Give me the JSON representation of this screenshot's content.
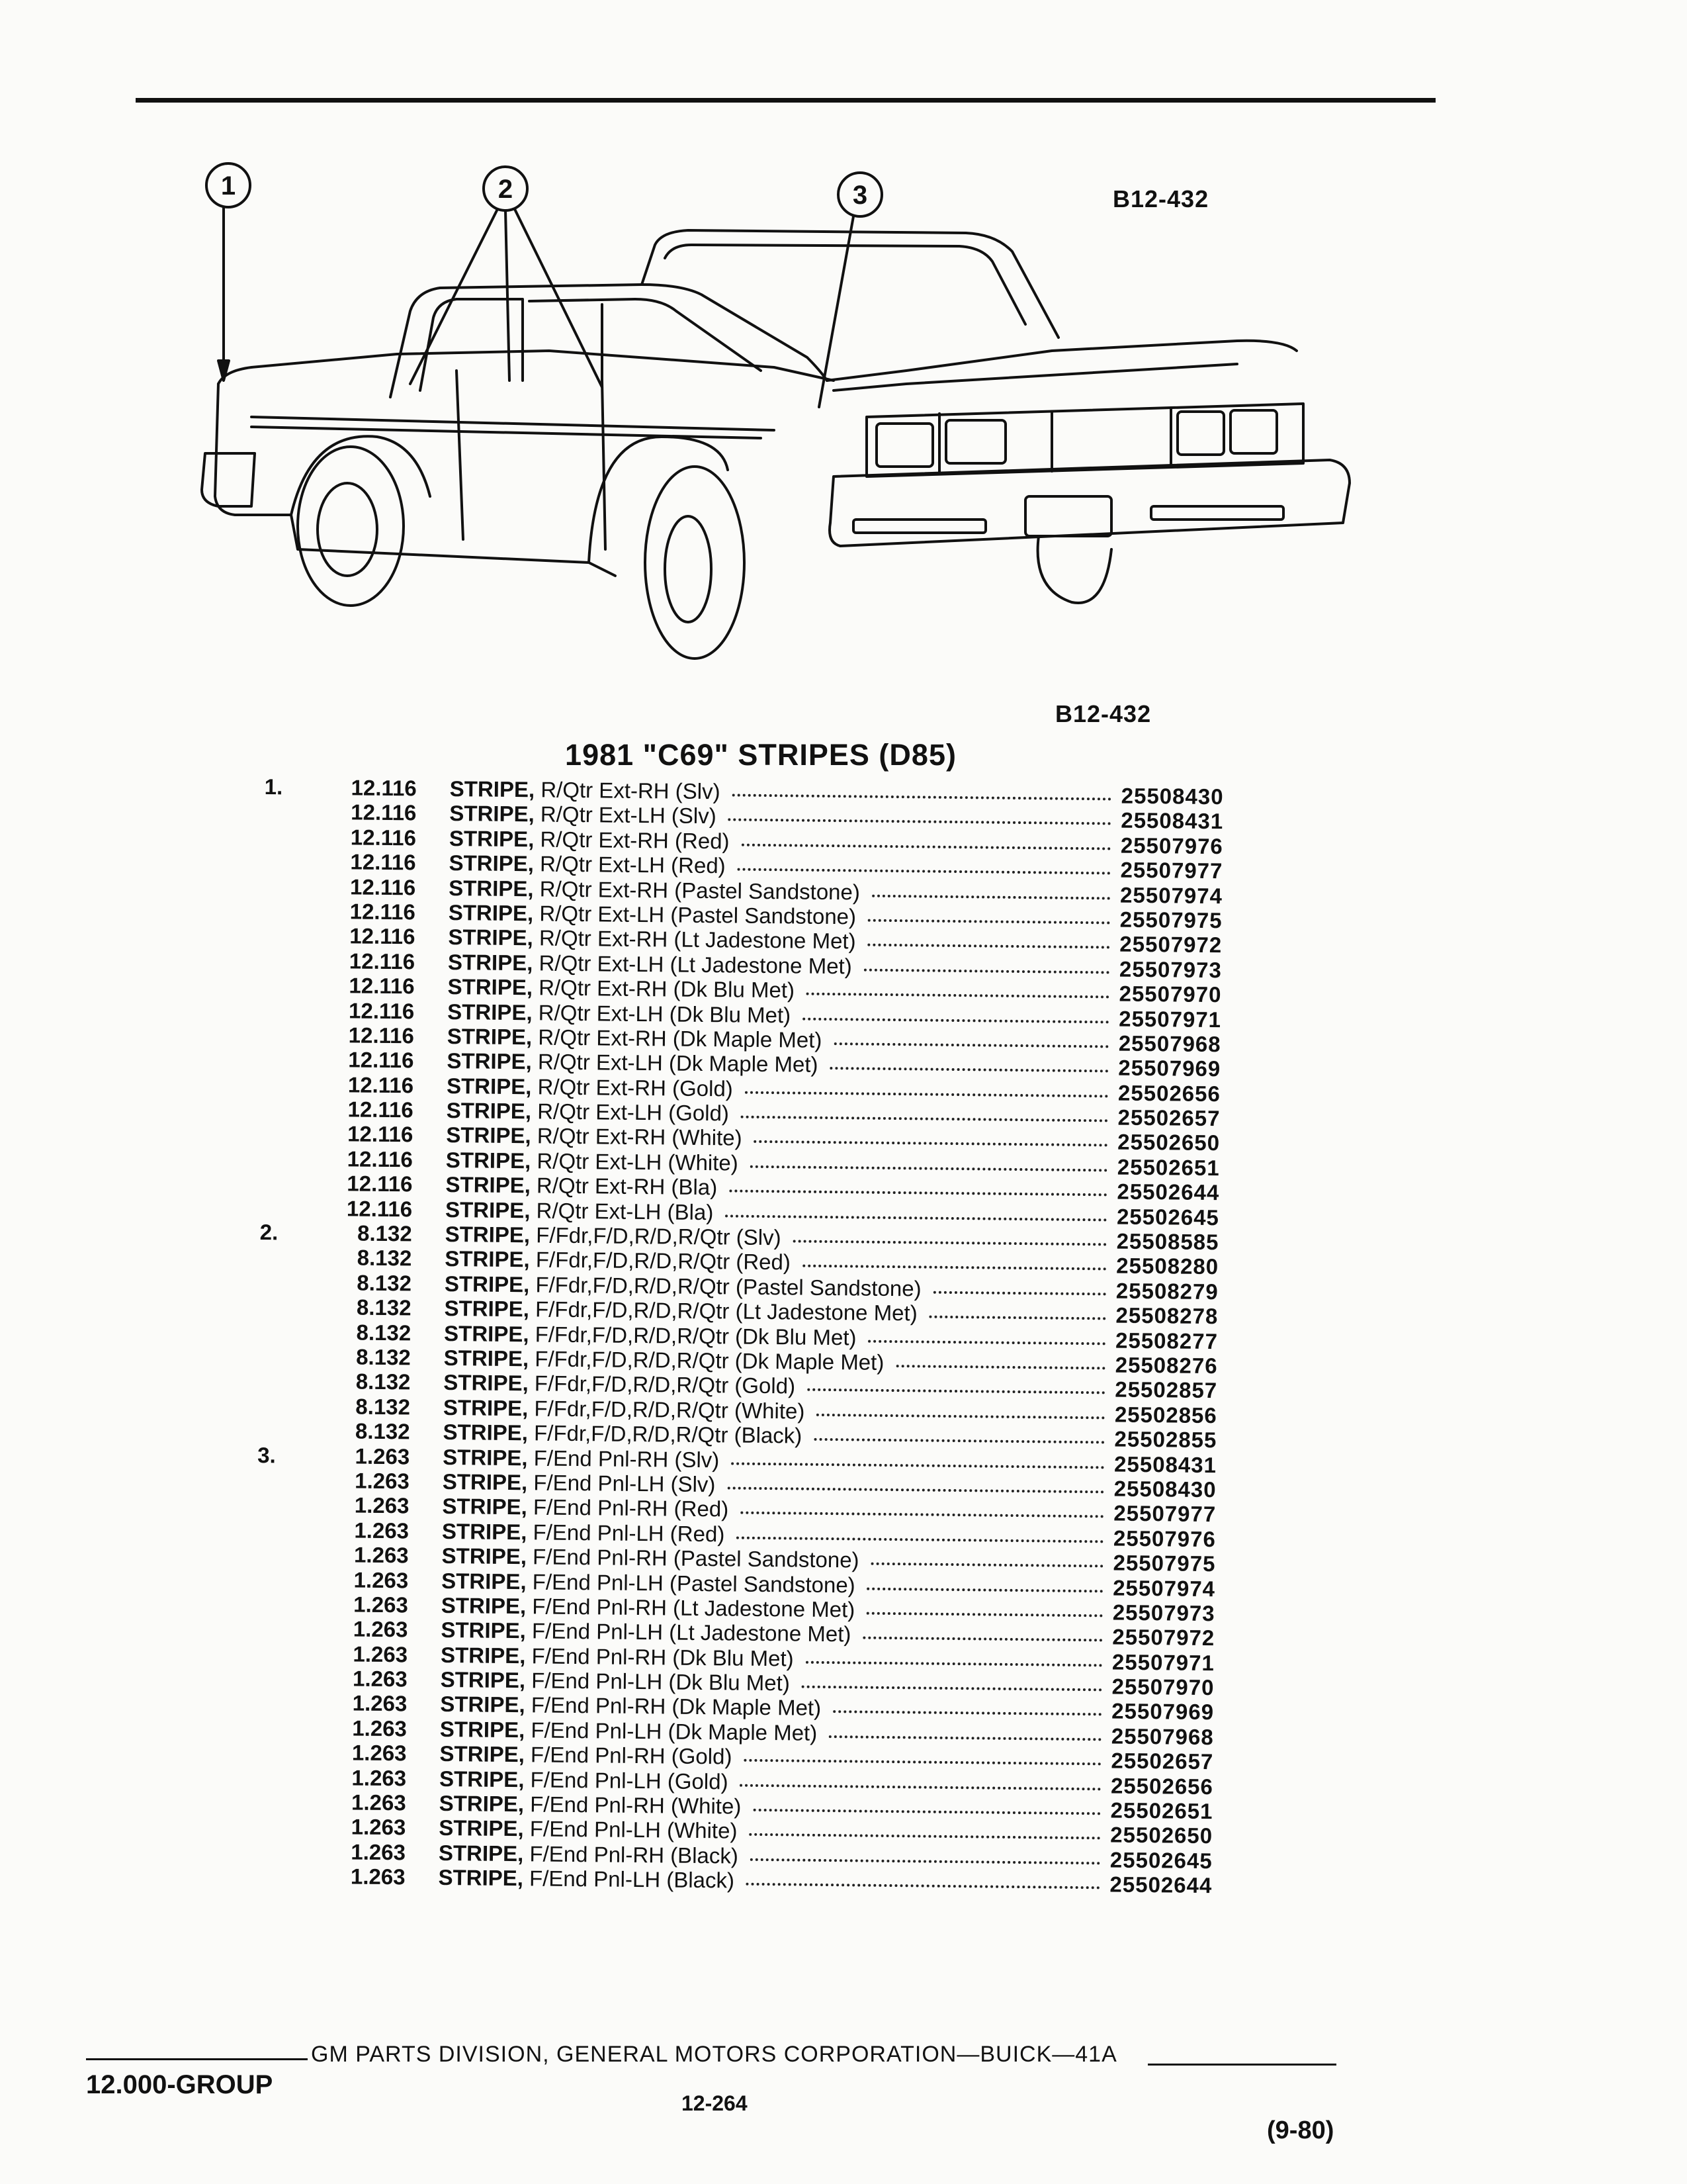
{
  "figure_code_top": "B12-432",
  "figure_code_bottom": "B12-432",
  "callouts": [
    "1",
    "2",
    "3"
  ],
  "title": "1981 \"C69\" STRIPES (D85)",
  "parts": [
    {
      "idx": "1.",
      "code": "12.116",
      "name": "STRIPE,",
      "spec": "R/Qtr Ext-RH (Slv)",
      "pn": "25508430"
    },
    {
      "idx": "",
      "code": "12.116",
      "name": "STRIPE,",
      "spec": "R/Qtr Ext-LH (Slv)",
      "pn": "25508431"
    },
    {
      "idx": "",
      "code": "12.116",
      "name": "STRIPE,",
      "spec": "R/Qtr Ext-RH (Red)",
      "pn": "25507976"
    },
    {
      "idx": "",
      "code": "12.116",
      "name": "STRIPE,",
      "spec": "R/Qtr Ext-LH (Red)",
      "pn": "25507977"
    },
    {
      "idx": "",
      "code": "12.116",
      "name": "STRIPE,",
      "spec": "R/Qtr Ext-RH (Pastel Sandstone)",
      "pn": "25507974"
    },
    {
      "idx": "",
      "code": "12.116",
      "name": "STRIPE,",
      "spec": "R/Qtr Ext-LH (Pastel Sandstone)",
      "pn": "25507975"
    },
    {
      "idx": "",
      "code": "12.116",
      "name": "STRIPE,",
      "spec": "R/Qtr Ext-RH (Lt Jadestone Met)",
      "pn": "25507972"
    },
    {
      "idx": "",
      "code": "12.116",
      "name": "STRIPE,",
      "spec": "R/Qtr Ext-LH (Lt Jadestone Met)",
      "pn": "25507973"
    },
    {
      "idx": "",
      "code": "12.116",
      "name": "STRIPE,",
      "spec": "R/Qtr Ext-RH (Dk Blu Met)",
      "pn": "25507970"
    },
    {
      "idx": "",
      "code": "12.116",
      "name": "STRIPE,",
      "spec": "R/Qtr Ext-LH (Dk Blu Met)",
      "pn": "25507971"
    },
    {
      "idx": "",
      "code": "12.116",
      "name": "STRIPE,",
      "spec": "R/Qtr Ext-RH (Dk Maple Met)",
      "pn": "25507968"
    },
    {
      "idx": "",
      "code": "12.116",
      "name": "STRIPE,",
      "spec": "R/Qtr Ext-LH (Dk Maple Met)",
      "pn": "25507969"
    },
    {
      "idx": "",
      "code": "12.116",
      "name": "STRIPE,",
      "spec": "R/Qtr Ext-RH (Gold)",
      "pn": "25502656"
    },
    {
      "idx": "",
      "code": "12.116",
      "name": "STRIPE,",
      "spec": "R/Qtr Ext-LH (Gold)",
      "pn": "25502657"
    },
    {
      "idx": "",
      "code": "12.116",
      "name": "STRIPE,",
      "spec": "R/Qtr Ext-RH (White)",
      "pn": "25502650"
    },
    {
      "idx": "",
      "code": "12.116",
      "name": "STRIPE,",
      "spec": "R/Qtr Ext-LH (White)",
      "pn": "25502651"
    },
    {
      "idx": "",
      "code": "12.116",
      "name": "STRIPE,",
      "spec": "R/Qtr Ext-RH (Bla)",
      "pn": "25502644"
    },
    {
      "idx": "",
      "code": "12.116",
      "name": "STRIPE,",
      "spec": "R/Qtr Ext-LH (Bla)",
      "pn": "25502645"
    },
    {
      "idx": "2.",
      "code": "8.132",
      "name": "STRIPE,",
      "spec": "F/Fdr,F/D,R/D,R/Qtr (Slv)",
      "pn": "25508585"
    },
    {
      "idx": "",
      "code": "8.132",
      "name": "STRIPE,",
      "spec": "F/Fdr,F/D,R/D,R/Qtr (Red)",
      "pn": "25508280"
    },
    {
      "idx": "",
      "code": "8.132",
      "name": "STRIPE,",
      "spec": "F/Fdr,F/D,R/D,R/Qtr (Pastel Sandstone)",
      "pn": "25508279"
    },
    {
      "idx": "",
      "code": "8.132",
      "name": "STRIPE,",
      "spec": "F/Fdr,F/D,R/D,R/Qtr (Lt Jadestone Met)",
      "pn": "25508278"
    },
    {
      "idx": "",
      "code": "8.132",
      "name": "STRIPE,",
      "spec": "F/Fdr,F/D,R/D,R/Qtr (Dk Blu Met)",
      "pn": "25508277"
    },
    {
      "idx": "",
      "code": "8.132",
      "name": "STRIPE,",
      "spec": "F/Fdr,F/D,R/D,R/Qtr (Dk Maple Met)",
      "pn": "25508276"
    },
    {
      "idx": "",
      "code": "8.132",
      "name": "STRIPE,",
      "spec": "F/Fdr,F/D,R/D,R/Qtr (Gold)",
      "pn": "25502857"
    },
    {
      "idx": "",
      "code": "8.132",
      "name": "STRIPE,",
      "spec": "F/Fdr,F/D,R/D,R/Qtr (White)",
      "pn": "25502856"
    },
    {
      "idx": "",
      "code": "8.132",
      "name": "STRIPE,",
      "spec": "F/Fdr,F/D,R/D,R/Qtr (Black)",
      "pn": "25502855"
    },
    {
      "idx": "3.",
      "code": "1.263",
      "name": "STRIPE,",
      "spec": "F/End Pnl-RH (Slv)",
      "pn": "25508431"
    },
    {
      "idx": "",
      "code": "1.263",
      "name": "STRIPE,",
      "spec": "F/End Pnl-LH (Slv)",
      "pn": "25508430"
    },
    {
      "idx": "",
      "code": "1.263",
      "name": "STRIPE,",
      "spec": "F/End Pnl-RH (Red)",
      "pn": "25507977"
    },
    {
      "idx": "",
      "code": "1.263",
      "name": "STRIPE,",
      "spec": "F/End Pnl-LH (Red)",
      "pn": "25507976"
    },
    {
      "idx": "",
      "code": "1.263",
      "name": "STRIPE,",
      "spec": "F/End Pnl-RH (Pastel Sandstone)",
      "pn": "25507975"
    },
    {
      "idx": "",
      "code": "1.263",
      "name": "STRIPE,",
      "spec": "F/End Pnl-LH (Pastel Sandstone)",
      "pn": "25507974"
    },
    {
      "idx": "",
      "code": "1.263",
      "name": "STRIPE,",
      "spec": "F/End Pnl-RH (Lt Jadestone Met)",
      "pn": "25507973"
    },
    {
      "idx": "",
      "code": "1.263",
      "name": "STRIPE,",
      "spec": "F/End Pnl-LH (Lt Jadestone Met)",
      "pn": "25507972"
    },
    {
      "idx": "",
      "code": "1.263",
      "name": "STRIPE,",
      "spec": "F/End Pnl-RH (Dk Blu Met)",
      "pn": "25507971"
    },
    {
      "idx": "",
      "code": "1.263",
      "name": "STRIPE,",
      "spec": "F/End Pnl-LH (Dk Blu Met)",
      "pn": "25507970"
    },
    {
      "idx": "",
      "code": "1.263",
      "name": "STRIPE,",
      "spec": "F/End Pnl-RH (Dk Maple Met)",
      "pn": "25507969"
    },
    {
      "idx": "",
      "code": "1.263",
      "name": "STRIPE,",
      "spec": "F/End Pnl-LH (Dk Maple Met)",
      "pn": "25507968"
    },
    {
      "idx": "",
      "code": "1.263",
      "name": "STRIPE,",
      "spec": "F/End Pnl-RH (Gold)",
      "pn": "25502657"
    },
    {
      "idx": "",
      "code": "1.263",
      "name": "STRIPE,",
      "spec": "F/End Pnl-LH (Gold)",
      "pn": "25502656"
    },
    {
      "idx": "",
      "code": "1.263",
      "name": "STRIPE,",
      "spec": "F/End Pnl-RH (White)",
      "pn": "25502651"
    },
    {
      "idx": "",
      "code": "1.263",
      "name": "STRIPE,",
      "spec": "F/End Pnl-LH (White)",
      "pn": "25502650"
    },
    {
      "idx": "",
      "code": "1.263",
      "name": "STRIPE,",
      "spec": "F/End Pnl-RH (Black)",
      "pn": "25502645"
    },
    {
      "idx": "",
      "code": "1.263",
      "name": "STRIPE,",
      "spec": "F/End Pnl-LH (Black)",
      "pn": "25502644"
    }
  ],
  "footer": {
    "group": "12.000-GROUP",
    "division": "GM PARTS DIVISION, GENERAL MOTORS CORPORATION—BUICK—41A",
    "page": "12-264",
    "date": "(9-80)"
  }
}
